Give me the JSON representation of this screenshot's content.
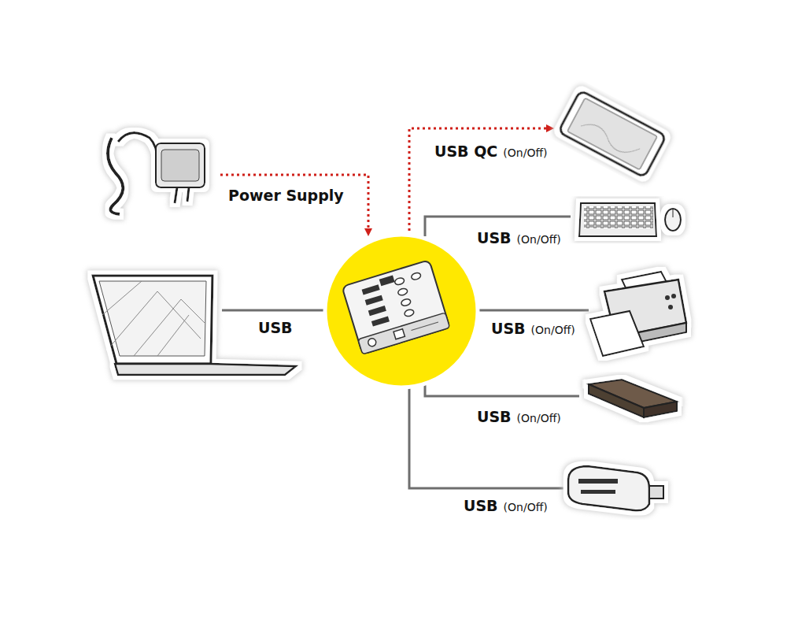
{
  "diagram": {
    "labels": [
      "USB QC",
      "(On/Off)",
      "Power Supply",
      "USB",
      "(On/Off)",
      "USB",
      "USB",
      "(On/Off)",
      "USB",
      "(On/Off)",
      "USB",
      "(On/Off)"
    ]
  }
}
